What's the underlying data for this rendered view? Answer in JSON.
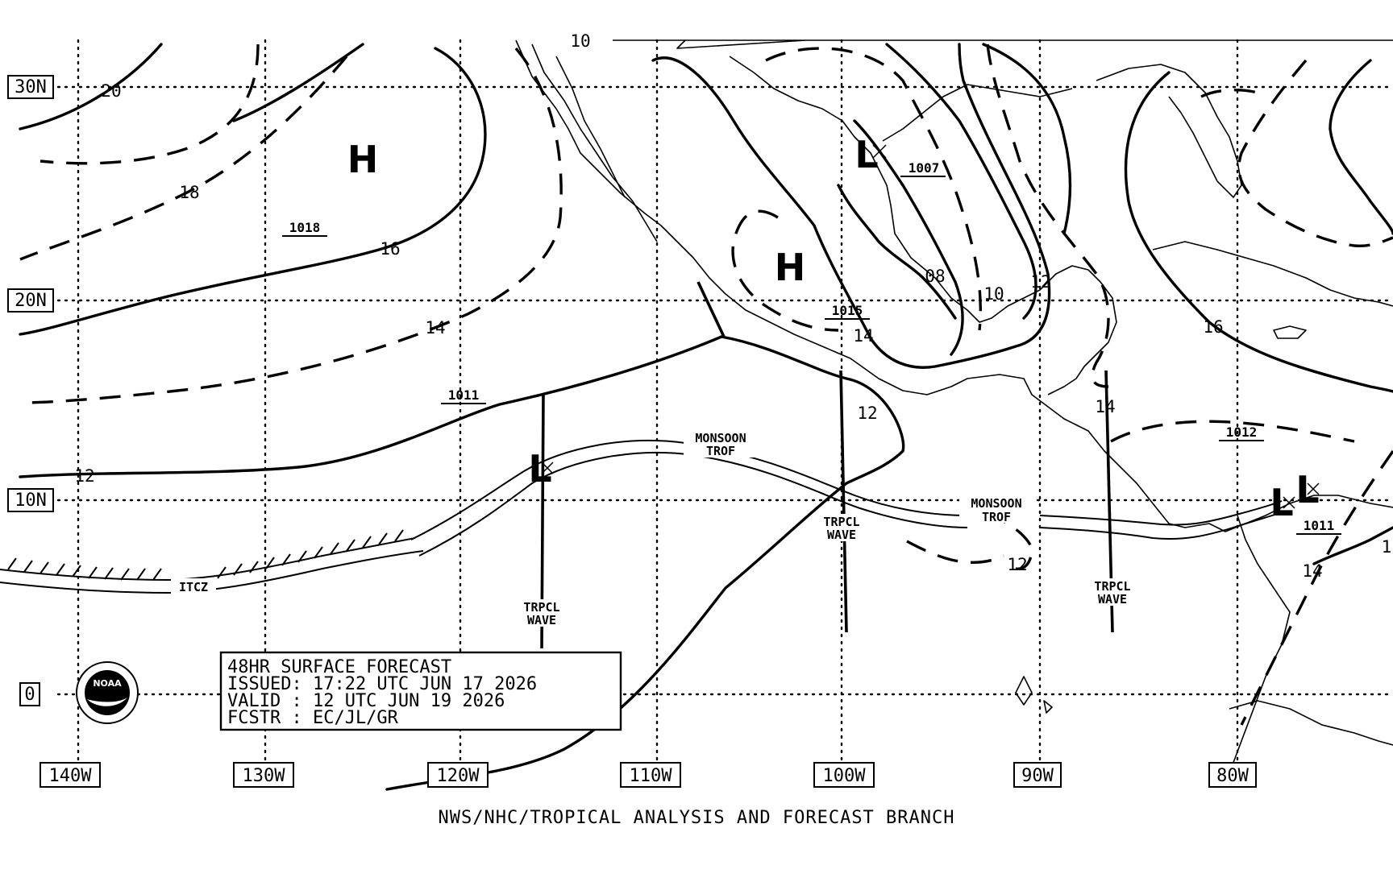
{
  "latitude_labels": [
    "30N",
    "20N",
    "10N",
    "0"
  ],
  "longitude_labels": [
    "140W",
    "130W",
    "120W",
    "110W",
    "100W",
    "90W",
    "80W"
  ],
  "isobar_labels": [
    "10",
    "20",
    "18",
    "16",
    "14",
    "12",
    "08",
    "10",
    "12",
    "16",
    "14",
    "12",
    "14",
    "12",
    "14",
    "1"
  ],
  "pressure_centers": {
    "high_west": {
      "symbol": "H",
      "value": "1018"
    },
    "high_mexico": {
      "symbol": "H",
      "value": "1015"
    },
    "low_texas": {
      "symbol": "L",
      "value": "1007"
    },
    "low_pacific": {
      "symbol": "L",
      "value": "1011"
    },
    "low_panama": {
      "symbol": "L",
      "value": "1011"
    },
    "caribbean": {
      "value": "1012"
    }
  },
  "features": {
    "monsoon_trof_west": [
      "MONSOON",
      "TROF"
    ],
    "monsoon_trof_east": [
      "MONSOON",
      "TROF"
    ],
    "trpcl_wave_1": [
      "TRPCL",
      "WAVE"
    ],
    "trpcl_wave_2": [
      "TRPCL",
      "WAVE"
    ],
    "trpcl_wave_3": [
      "TRPCL",
      "WAVE"
    ],
    "itcz": "ITCZ"
  },
  "info_box": {
    "line1": "48HR SURFACE FORECAST",
    "line2": "ISSUED: 17:22 UTC JUN 17 2026",
    "line3": "VALID : 12 UTC JUN 19 2026",
    "line4": "FCSTR : EC/JL/GR"
  },
  "logo_text": "NOAA",
  "footer": "NWS/NHC/TROPICAL ANALYSIS AND FORECAST BRANCH"
}
